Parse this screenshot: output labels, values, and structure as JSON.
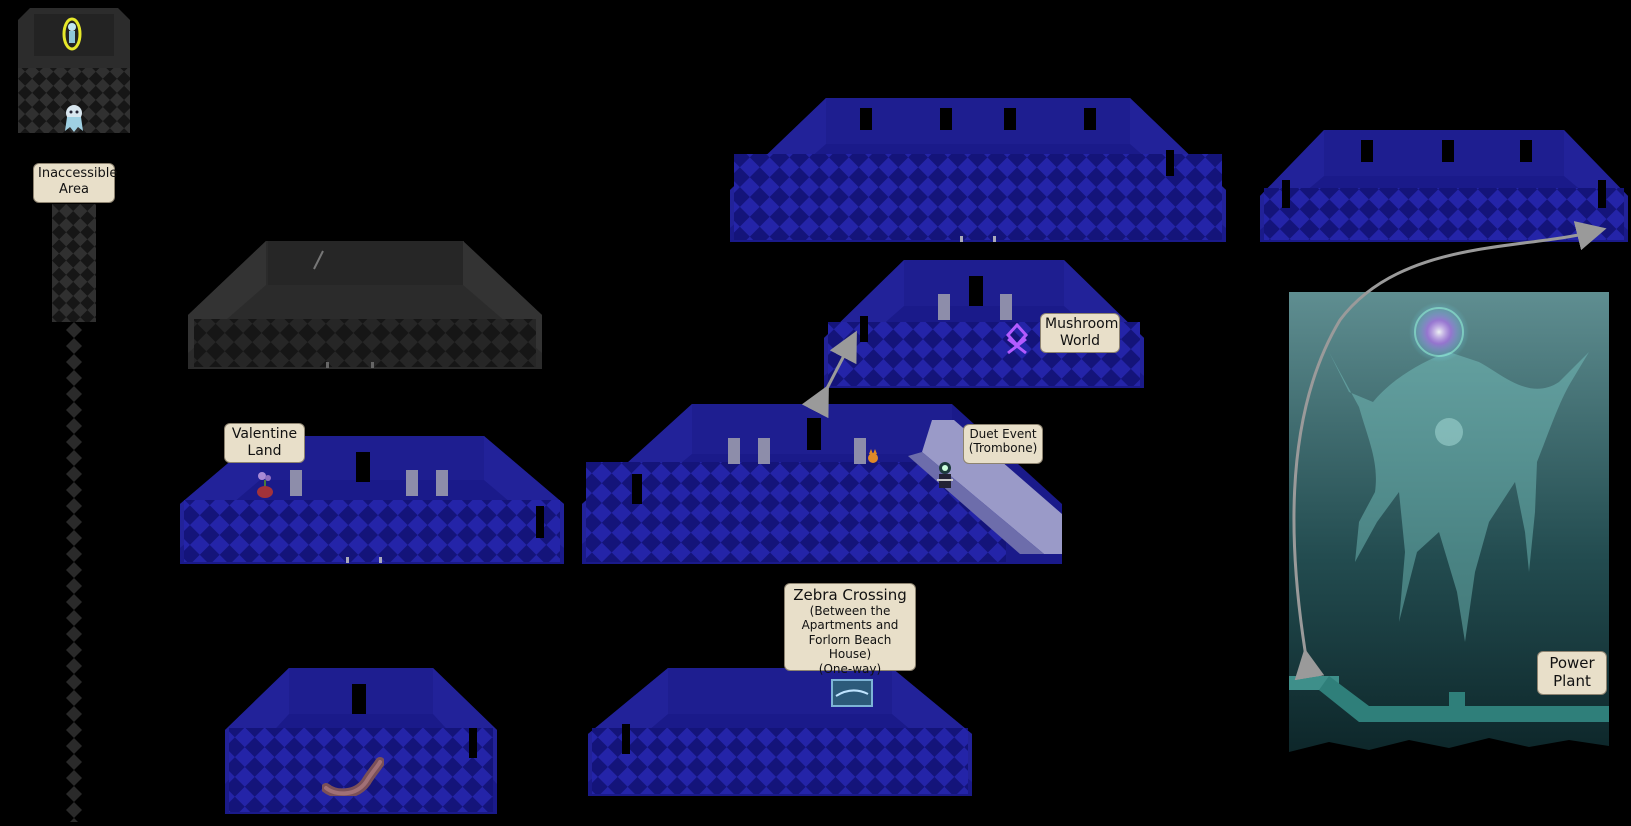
{
  "labels": {
    "inaccessible": [
      "Inaccessible",
      "Area"
    ],
    "valentine": [
      "Valentine",
      "Land"
    ],
    "mushroom": [
      "Mushroom",
      "World"
    ],
    "duet": [
      "Duet Event",
      "(Trombone)"
    ],
    "zebra": [
      "Zebra Crossing",
      "(Between the",
      "Apartments and",
      "Forlorn Beach House)",
      "(One-way)"
    ],
    "power": [
      "Power",
      "Plant"
    ]
  },
  "colors": {
    "room_blue": "#1a1a8a",
    "room_dark": "#2b2b2b",
    "floor_check_a": "#14147a",
    "floor_check_b": "#2828b0",
    "label_bg": "#e8dfc9",
    "power_plant_top": "#5f8e91",
    "power_plant_bottom": "#0b2326",
    "arrow": "#9a9a9a"
  },
  "icons": {
    "mushroom_world_icon": "mushroom-world-rune-icon",
    "figure_top": "glowing-figure-icon",
    "ghost": "ghost-npc-icon",
    "plant": "potted-plant-icon",
    "worm": "worm-creature-icon",
    "trombone_npc": "trombone-npc-icon",
    "cat": "orange-cat-icon"
  }
}
